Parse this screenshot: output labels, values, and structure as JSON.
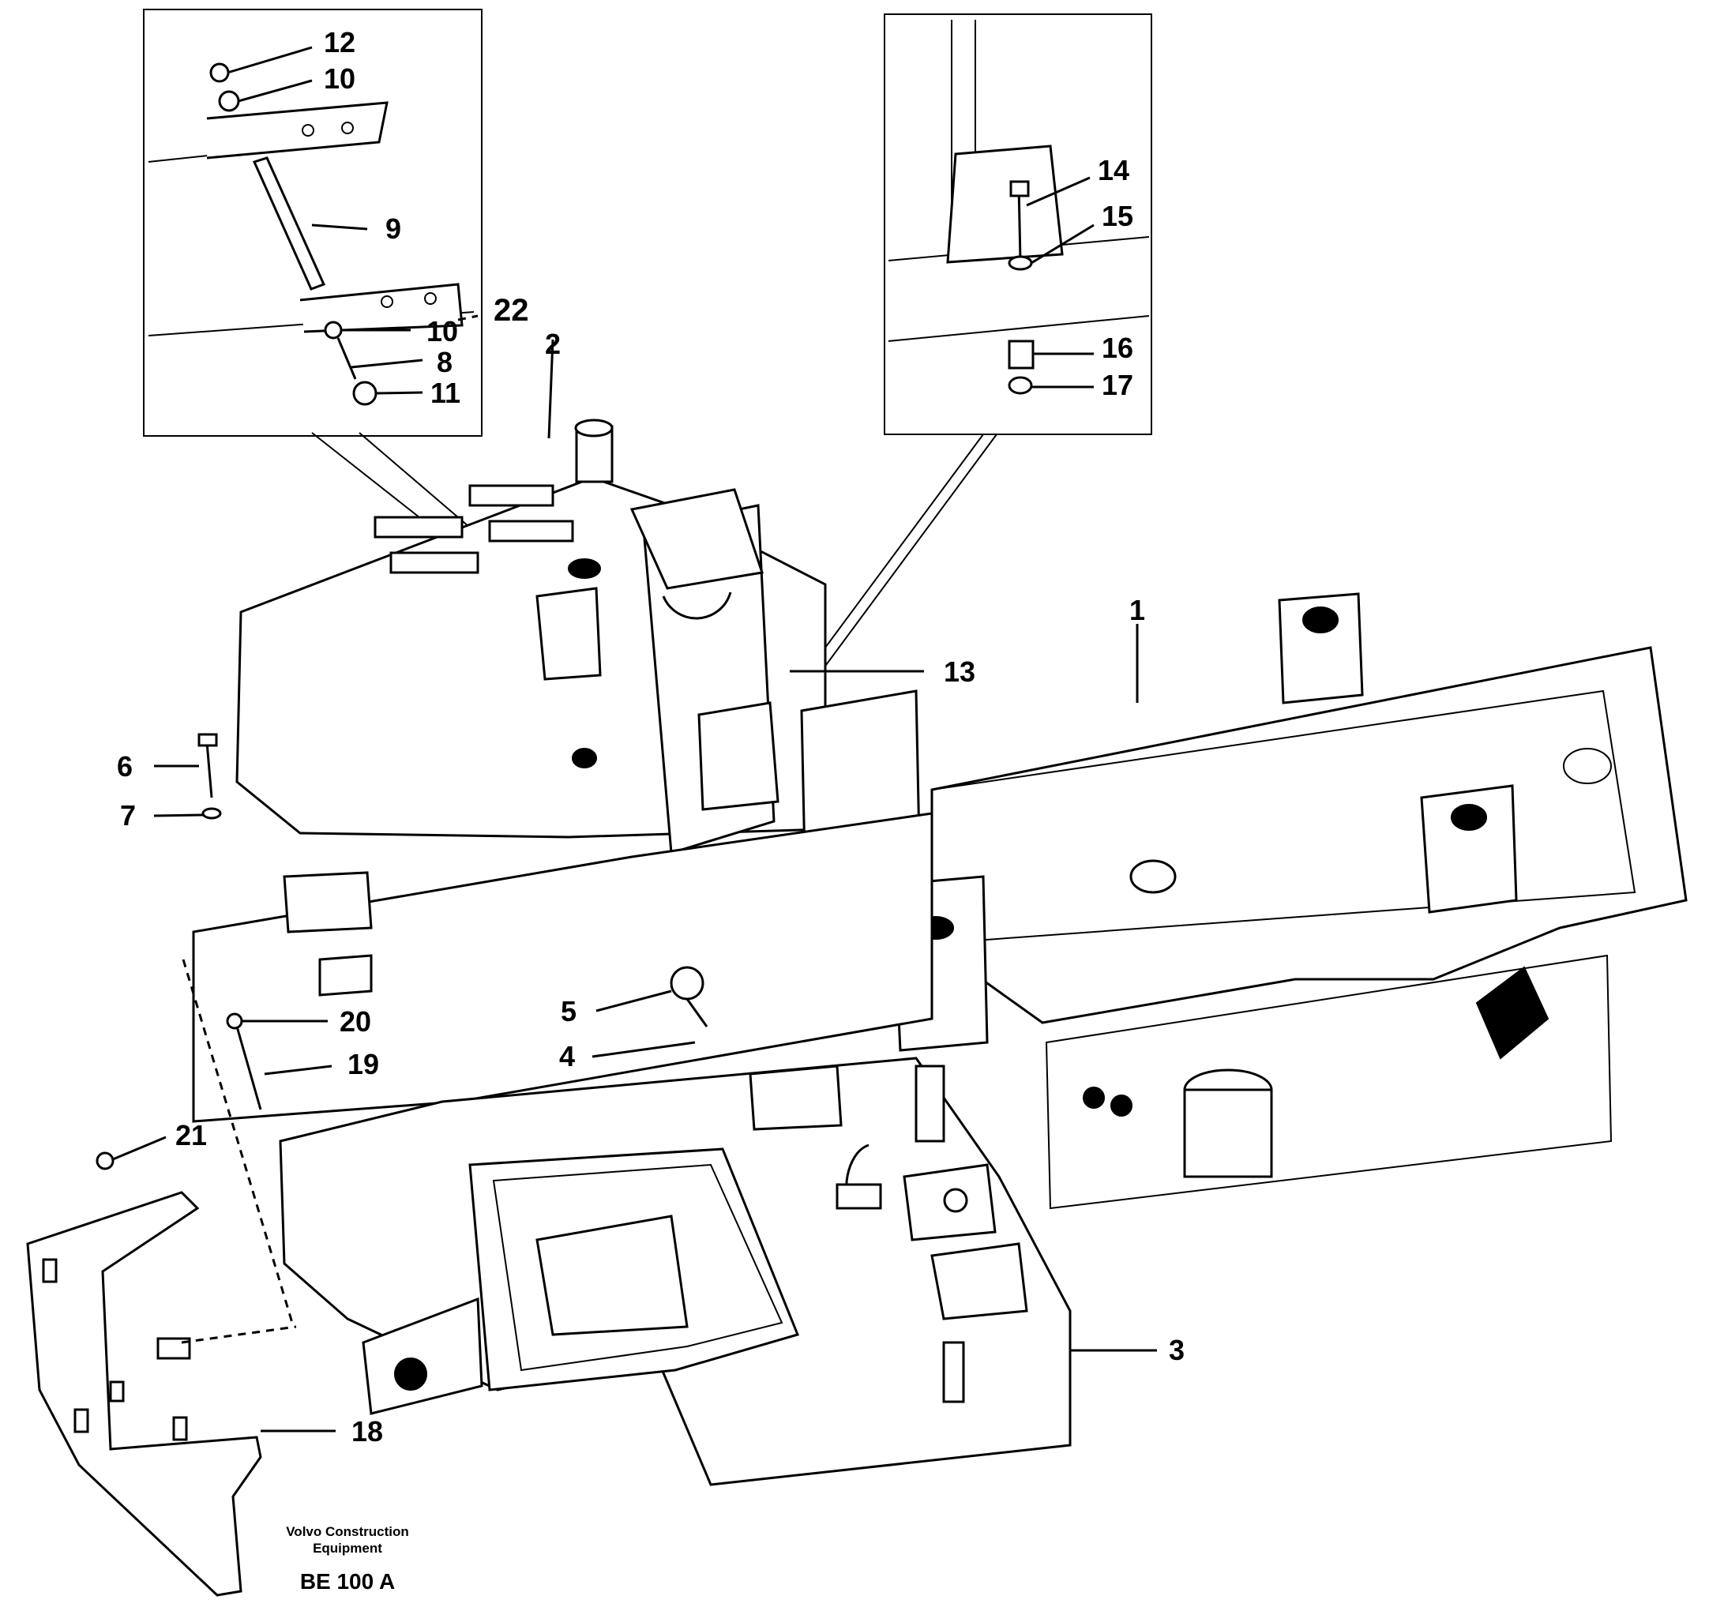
{
  "callouts": {
    "c1": "1",
    "c2": "2",
    "c3": "3",
    "c4": "4",
    "c5": "5",
    "c6": "6",
    "c7": "7",
    "c8": "8",
    "c9": "9",
    "c10a": "10",
    "c10b": "10",
    "c11": "11",
    "c12": "12",
    "c13": "13",
    "c14": "14",
    "c15": "15",
    "c16": "16",
    "c17": "17",
    "c18": "18",
    "c19": "19",
    "c20": "20",
    "c21": "21",
    "c22": "22"
  },
  "caption": {
    "line1": "Volvo Construction",
    "line2": "Equipment",
    "code": "BE 100 A"
  }
}
